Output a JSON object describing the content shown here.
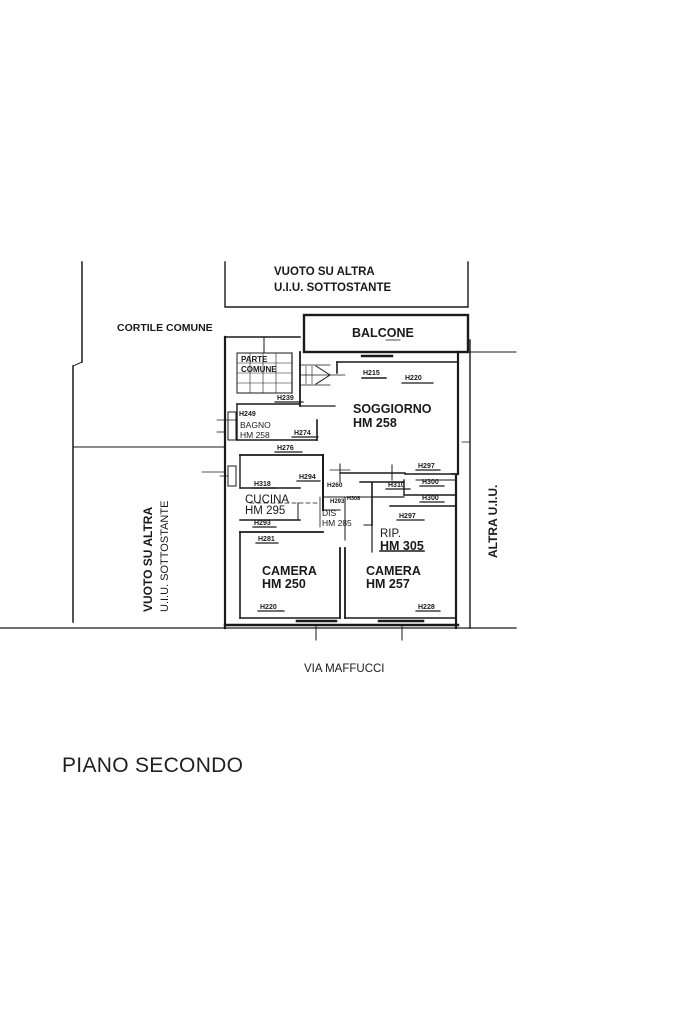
{
  "plan": {
    "vuoto_top_1": "VUOTO SU ALTRA",
    "vuoto_top_2": "U.I.U. SOTTOSTANTE",
    "cortile": "CORTILE COMUNE",
    "balcone": "BALCONE",
    "parte_1": "PARTE",
    "parte_2": "COMUNE",
    "soggiorno": "SOGGIORNO",
    "soggiorno_hm": "HM 258",
    "bagno": "BAGNO",
    "bagno_hm": "HM 258",
    "cucina": "CUCINA",
    "cucina_hm": "HM 295",
    "dis": "DIS",
    "dis_hm": "HM 285",
    "rip": "RIP.",
    "rip_hm": "HM 305",
    "camera1": "CAMERA",
    "camera1_hm": "HM 250",
    "camera2": "CAMERA",
    "camera2_hm": "HM 257",
    "vuoto_left_1": "VUOTO SU ALTRA",
    "vuoto_left_2": "U.I.U. SOTTOSTANTE",
    "altra_uiu": "ALTRA U.I.U.",
    "via": "VIA MAFFUCCI",
    "heights": {
      "h215": "H215",
      "h220a": "H220",
      "h239": "H239",
      "h249": "H249",
      "h274": "H274",
      "h276": "H276",
      "h297a": "H297",
      "h294": "H294",
      "h318": "H318",
      "h260": "H260",
      "h310": "H310",
      "h300a": "H300",
      "h300b": "H300",
      "h293a": "H293",
      "h308": "H308",
      "h297b": "H297",
      "h293b": "H293",
      "h281": "H281",
      "h220b": "H220",
      "h228": "H228"
    }
  },
  "title": "PIANO SECONDO"
}
